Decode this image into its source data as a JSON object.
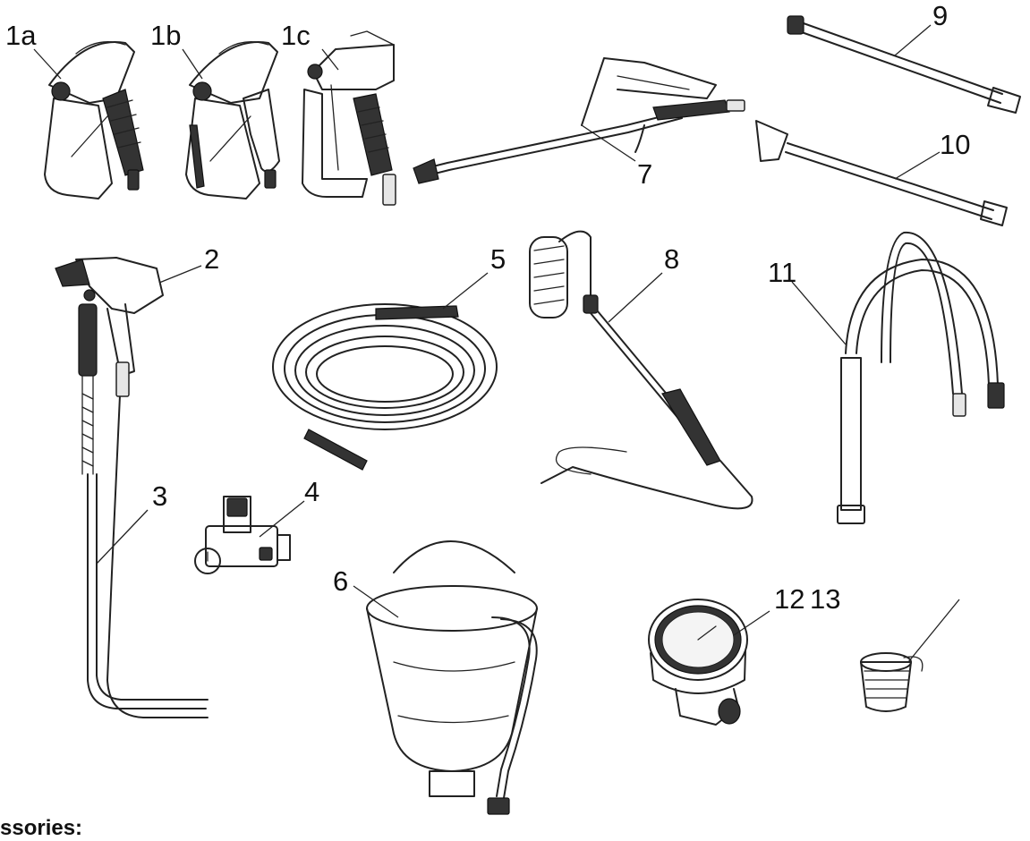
{
  "diagram": {
    "labels": [
      "1a",
      "1b",
      "1c",
      "2",
      "3",
      "4",
      "5",
      "6",
      "7",
      "8",
      "9",
      "10",
      "11",
      "12",
      "13"
    ],
    "heading": "ssories:"
  }
}
